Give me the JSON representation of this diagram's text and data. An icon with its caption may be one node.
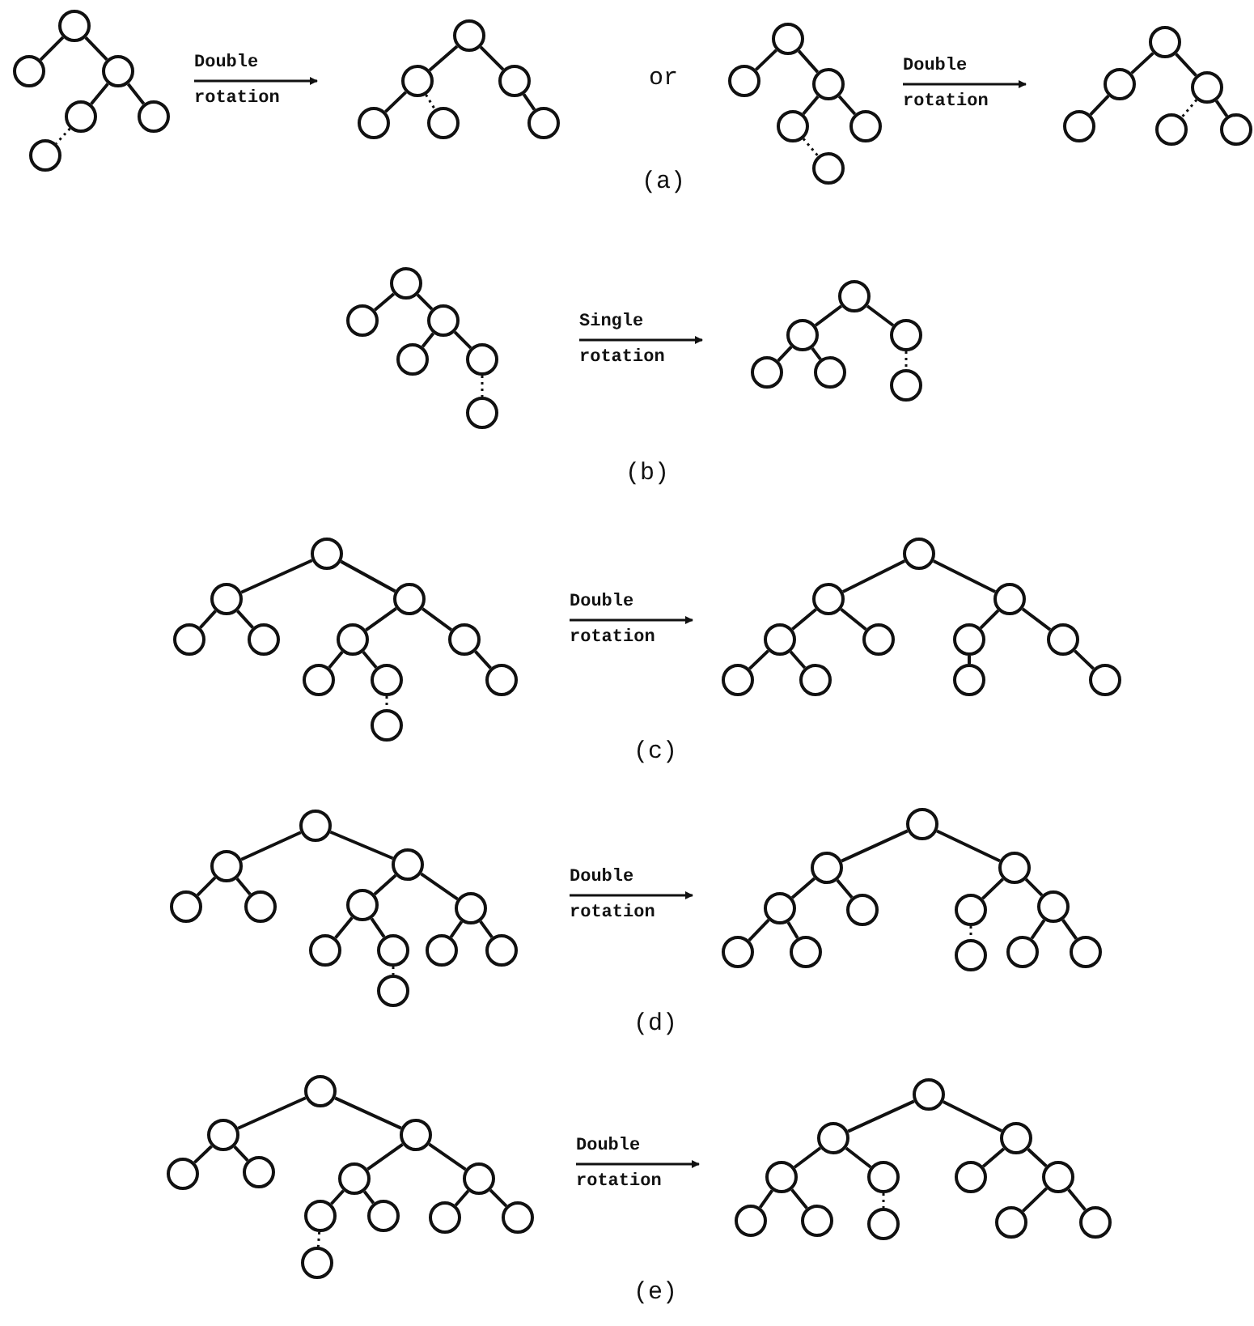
{
  "diagram": {
    "nodes": [
      {
        "text": [],
        "shape": "circle"
      },
      {
        "text": [],
        "shape": "circle"
      },
      {
        "text": [],
        "shape": "circle"
      },
      {
        "text": [],
        "shape": "circle"
      },
      {
        "text": [],
        "shape": "circle"
      },
      {
        "text": [],
        "shape": "circle"
      },
      {
        "text": [],
        "shape": "circle"
      },
      {
        "text": [],
        "shape": "circle"
      },
      {
        "text": [],
        "shape": "circle"
      },
      {
        "text": [],
        "shape": "circle"
      },
      {
        "text": [],
        "shape": "circle"
      },
      {
        "text": [],
        "shape": "circle"
      },
      {
        "text": [],
        "shape": "circle"
      },
      {
        "text": [],
        "shape": "circle"
      },
      {
        "text": [],
        "shape": "circle"
      },
      {
        "text": [],
        "shape": "circle"
      },
      {
        "text": [],
        "shape": "circle"
      },
      {
        "text": [],
        "shape": "circle"
      },
      {
        "text": [],
        "shape": "circle"
      },
      {
        "text": [],
        "shape": "circle"
      },
      {
        "text": [],
        "shape": "circle"
      },
      {
        "text": [],
        "shape": "circle"
      },
      {
        "text": [],
        "shape": "circle"
      },
      {
        "text": [],
        "shape": "circle"
      },
      {
        "text": [],
        "shape": "circle"
      },
      {
        "text": [],
        "shape": "circle"
      },
      {
        "text": [],
        "shape": "circle"
      },
      {
        "text": [],
        "shape": "circle"
      },
      {
        "text": [],
        "shape": "circle"
      },
      {
        "text": [],
        "shape": "circle"
      },
      {
        "text": [],
        "shape": "circle"
      },
      {
        "text": [],
        "shape": "circle"
      },
      {
        "text": [],
        "shape": "circle"
      },
      {
        "text": [],
        "shape": "circle"
      },
      {
        "text": [],
        "shape": "circle"
      },
      {
        "text": [],
        "shape": "circle"
      },
      {
        "text": [],
        "shape": "circle"
      },
      {
        "text": [],
        "shape": "circle"
      },
      {
        "text": [],
        "shape": "circle"
      },
      {
        "text": [],
        "shape": "circle"
      },
      {
        "text": [],
        "shape": "circle"
      },
      {
        "text": [],
        "shape": "circle"
      },
      {
        "text": [],
        "shape": "circle"
      },
      {
        "text": [],
        "shape": "circle"
      },
      {
        "text": [],
        "shape": "circle"
      },
      {
        "text": [],
        "shape": "circle"
      },
      {
        "text": [],
        "shape": "circle"
      },
      {
        "text": [],
        "shape": "circle"
      },
      {
        "text": [],
        "shape": "circle"
      },
      {
        "text": [],
        "shape": "circle"
      },
      {
        "text": [],
        "shape": "circle"
      },
      {
        "text": [],
        "shape": "circle"
      },
      {
        "text": [],
        "shape": "circle"
      },
      {
        "text": [],
        "shape": "circle"
      },
      {
        "text": [],
        "shape": "circle"
      },
      {
        "text": [],
        "shape": "circle"
      },
      {
        "text": [],
        "shape": "circle"
      },
      {
        "text": [],
        "shape": "circle"
      },
      {
        "text": [],
        "shape": "circle"
      },
      {
        "text": [],
        "shape": "circle"
      },
      {
        "text": [],
        "shape": "circle"
      },
      {
        "text": [],
        "shape": "circle"
      },
      {
        "text": [],
        "shape": "circle"
      },
      {
        "text": [],
        "shape": "circle"
      },
      {
        "text": [],
        "shape": "circle"
      },
      {
        "text": [],
        "shape": "circle"
      },
      {
        "text": [],
        "shape": "circle"
      },
      {
        "text": [],
        "shape": "circle"
      },
      {
        "text": [],
        "shape": "circle"
      },
      {
        "text": [],
        "shape": "circle"
      },
      {
        "text": [],
        "shape": "circle"
      },
      {
        "text": [],
        "shape": "circle"
      },
      {
        "text": [],
        "shape": "circle"
      },
      {
        "text": [],
        "shape": "circle"
      },
      {
        "text": [],
        "shape": "circle"
      },
      {
        "text": [],
        "shape": "circle"
      },
      {
        "text": [],
        "shape": "circle"
      },
      {
        "text": [],
        "shape": "circle"
      },
      {
        "text": [],
        "shape": "circle"
      },
      {
        "text": [],
        "shape": "circle"
      },
      {
        "text": [],
        "shape": "circle"
      },
      {
        "text": [],
        "shape": "circle"
      },
      {
        "text": [],
        "shape": "circle"
      },
      {
        "text": [],
        "shape": "circle"
      },
      {
        "text": [],
        "shape": "circle"
      },
      {
        "text": [],
        "shape": "circle"
      },
      {
        "text": [],
        "shape": "circle"
      },
      {
        "text": [],
        "shape": "circle"
      },
      {
        "text": [],
        "shape": "circle"
      },
      {
        "text": [],
        "shape": "circle"
      },
      {
        "text": [],
        "shape": "circle"
      },
      {
        "text": [],
        "shape": "circle"
      },
      {
        "text": [],
        "shape": "circle"
      },
      {
        "text": [],
        "shape": "circle"
      },
      {
        "text": [],
        "shape": "circle"
      },
      {
        "text": [],
        "shape": "circle"
      },
      {
        "text": [],
        "shape": "circle"
      },
      {
        "text": [],
        "shape": "circle"
      },
      {
        "text": [],
        "shape": "circle"
      },
      {
        "text": [],
        "shape": "circle"
      },
      {
        "text": [],
        "shape": "circle"
      },
      {
        "text": [],
        "shape": "circle"
      },
      {
        "text": [],
        "shape": "circle"
      },
      {
        "text": [],
        "shape": "circle"
      },
      {
        "text": [],
        "shape": "circle"
      },
      {
        "text": [],
        "shape": "circle"
      }
    ],
    "edges": [
      {
        "from": 0,
        "to": 1,
        "arrow": "none"
      },
      {
        "from": 0,
        "to": 2,
        "arrow": "none"
      },
      {
        "from": 2,
        "to": 3,
        "arrow": "none"
      },
      {
        "from": 2,
        "to": 4,
        "arrow": "none"
      },
      {
        "from": 3,
        "to": 5,
        "arrow": "none",
        "style": "dashed"
      },
      {
        "from": 6,
        "to": 7,
        "arrow": "none"
      },
      {
        "from": 6,
        "to": 8,
        "arrow": "none"
      },
      {
        "from": 7,
        "to": 9,
        "arrow": "none"
      },
      {
        "from": 7,
        "to": 10,
        "arrow": "none",
        "style": "dashed"
      },
      {
        "from": 8,
        "to": 11,
        "arrow": "none"
      },
      {
        "from": 12,
        "to": 13,
        "arrow": "none"
      },
      {
        "from": 12,
        "to": 14,
        "arrow": "none"
      },
      {
        "from": 14,
        "to": 15,
        "arrow": "none"
      },
      {
        "from": 14,
        "to": 16,
        "arrow": "none"
      },
      {
        "from": 15,
        "to": 17,
        "arrow": "none",
        "style": "dashed"
      },
      {
        "from": 18,
        "to": 19,
        "arrow": "none"
      },
      {
        "from": 18,
        "to": 20,
        "arrow": "none"
      },
      {
        "from": 19,
        "to": 21,
        "arrow": "none"
      },
      {
        "from": 20,
        "to": 22,
        "arrow": "none",
        "style": "dashed"
      },
      {
        "from": 20,
        "to": 23,
        "arrow": "none"
      },
      {
        "from": 24,
        "to": 25,
        "arrow": "none"
      },
      {
        "from": 24,
        "to": 26,
        "arrow": "none"
      },
      {
        "from": 26,
        "to": 27,
        "arrow": "none"
      },
      {
        "from": 26,
        "to": 28,
        "arrow": "none"
      },
      {
        "from": 28,
        "to": 29,
        "arrow": "none",
        "style": "dashed"
      },
      {
        "from": 30,
        "to": 31,
        "arrow": "none"
      },
      {
        "from": 30,
        "to": 32,
        "arrow": "none"
      },
      {
        "from": 31,
        "to": 33,
        "arrow": "none"
      },
      {
        "from": 31,
        "to": 34,
        "arrow": "none"
      },
      {
        "from": 32,
        "to": 35,
        "arrow": "none",
        "style": "dashed"
      },
      {
        "from": 36,
        "to": 37,
        "arrow": "none"
      },
      {
        "from": 36,
        "to": 38,
        "arrow": "none"
      },
      {
        "from": 37,
        "to": 39,
        "arrow": "none"
      },
      {
        "from": 37,
        "to": 40,
        "arrow": "none"
      },
      {
        "from": 38,
        "to": 41,
        "arrow": "none"
      },
      {
        "from": 38,
        "to": 42,
        "arrow": "none"
      },
      {
        "from": 41,
        "to": 43,
        "arrow": "none"
      },
      {
        "from": 41,
        "to": 44,
        "arrow": "none"
      },
      {
        "from": 42,
        "to": 45,
        "arrow": "none"
      },
      {
        "from": 44,
        "to": 46,
        "arrow": "none",
        "style": "dashed"
      },
      {
        "from": 47,
        "to": 48,
        "arrow": "none"
      },
      {
        "from": 47,
        "to": 49,
        "arrow": "none"
      },
      {
        "from": 48,
        "to": 50,
        "arrow": "none"
      },
      {
        "from": 48,
        "to": 51,
        "arrow": "none"
      },
      {
        "from": 49,
        "to": 52,
        "arrow": "none"
      },
      {
        "from": 49,
        "to": 53,
        "arrow": "none"
      },
      {
        "from": 50,
        "to": 54,
        "arrow": "none"
      },
      {
        "from": 50,
        "to": 55,
        "arrow": "none"
      },
      {
        "from": 52,
        "to": 56,
        "arrow": "none"
      },
      {
        "from": 53,
        "to": 57,
        "arrow": "none"
      },
      {
        "from": 58,
        "to": 59,
        "arrow": "none"
      },
      {
        "from": 58,
        "to": 60,
        "arrow": "none"
      },
      {
        "from": 59,
        "to": 61,
        "arrow": "none"
      },
      {
        "from": 59,
        "to": 62,
        "arrow": "none"
      },
      {
        "from": 60,
        "to": 63,
        "arrow": "none"
      },
      {
        "from": 60,
        "to": 64,
        "arrow": "none"
      },
      {
        "from": 63,
        "to": 65,
        "arrow": "none"
      },
      {
        "from": 63,
        "to": 66,
        "arrow": "none"
      },
      {
        "from": 64,
        "to": 67,
        "arrow": "none"
      },
      {
        "from": 64,
        "to": 68,
        "arrow": "none"
      },
      {
        "from": 66,
        "to": 69,
        "arrow": "none",
        "style": "dashed"
      },
      {
        "from": 70,
        "to": 71,
        "arrow": "none"
      },
      {
        "from": 70,
        "to": 72,
        "arrow": "none"
      },
      {
        "from": 71,
        "to": 73,
        "arrow": "none"
      },
      {
        "from": 71,
        "to": 74,
        "arrow": "none"
      },
      {
        "from": 72,
        "to": 75,
        "arrow": "none"
      },
      {
        "from": 72,
        "to": 76,
        "arrow": "none"
      },
      {
        "from": 73,
        "to": 77,
        "arrow": "none"
      },
      {
        "from": 73,
        "to": 78,
        "arrow": "none"
      },
      {
        "from": 75,
        "to": 79,
        "arrow": "none",
        "style": "dashed"
      },
      {
        "from": 76,
        "to": 80,
        "arrow": "none"
      },
      {
        "from": 76,
        "to": 81,
        "arrow": "none"
      },
      {
        "from": 82,
        "to": 83,
        "arrow": "none"
      },
      {
        "from": 82,
        "to": 84,
        "arrow": "none"
      },
      {
        "from": 83,
        "to": 85,
        "arrow": "none"
      },
      {
        "from": 83,
        "to": 86,
        "arrow": "none"
      },
      {
        "from": 84,
        "to": 87,
        "arrow": "none"
      },
      {
        "from": 84,
        "to": 88,
        "arrow": "none"
      },
      {
        "from": 87,
        "to": 89,
        "arrow": "none"
      },
      {
        "from": 87,
        "to": 90,
        "arrow": "none"
      },
      {
        "from": 88,
        "to": 91,
        "arrow": "none"
      },
      {
        "from": 88,
        "to": 92,
        "arrow": "none"
      },
      {
        "from": 89,
        "to": 93,
        "arrow": "none",
        "style": "dashed"
      },
      {
        "from": 94,
        "to": 95,
        "arrow": "none"
      },
      {
        "from": 94,
        "to": 96,
        "arrow": "none"
      },
      {
        "from": 95,
        "to": 97,
        "arrow": "none"
      },
      {
        "from": 95,
        "to": 98,
        "arrow": "none"
      },
      {
        "from": 96,
        "to": 99,
        "arrow": "none"
      },
      {
        "from": 96,
        "to": 100,
        "arrow": "none"
      },
      {
        "from": 97,
        "to": 101,
        "arrow": "none"
      },
      {
        "from": 97,
        "to": 102,
        "arrow": "none"
      },
      {
        "from": 98,
        "to": 103,
        "arrow": "none",
        "style": "dashed"
      },
      {
        "from": 100,
        "to": 104,
        "arrow": "none"
      },
      {
        "from": 100,
        "to": 105,
        "arrow": "none"
      }
    ],
    "labels": [
      "Double rotation",
      "or",
      "Double rotation",
      "(a)",
      "Single rotation",
      "(b)",
      "Double rotation",
      "(c)",
      "Double rotation",
      "(d)",
      "Double rotation",
      "(e)"
    ]
  }
}
